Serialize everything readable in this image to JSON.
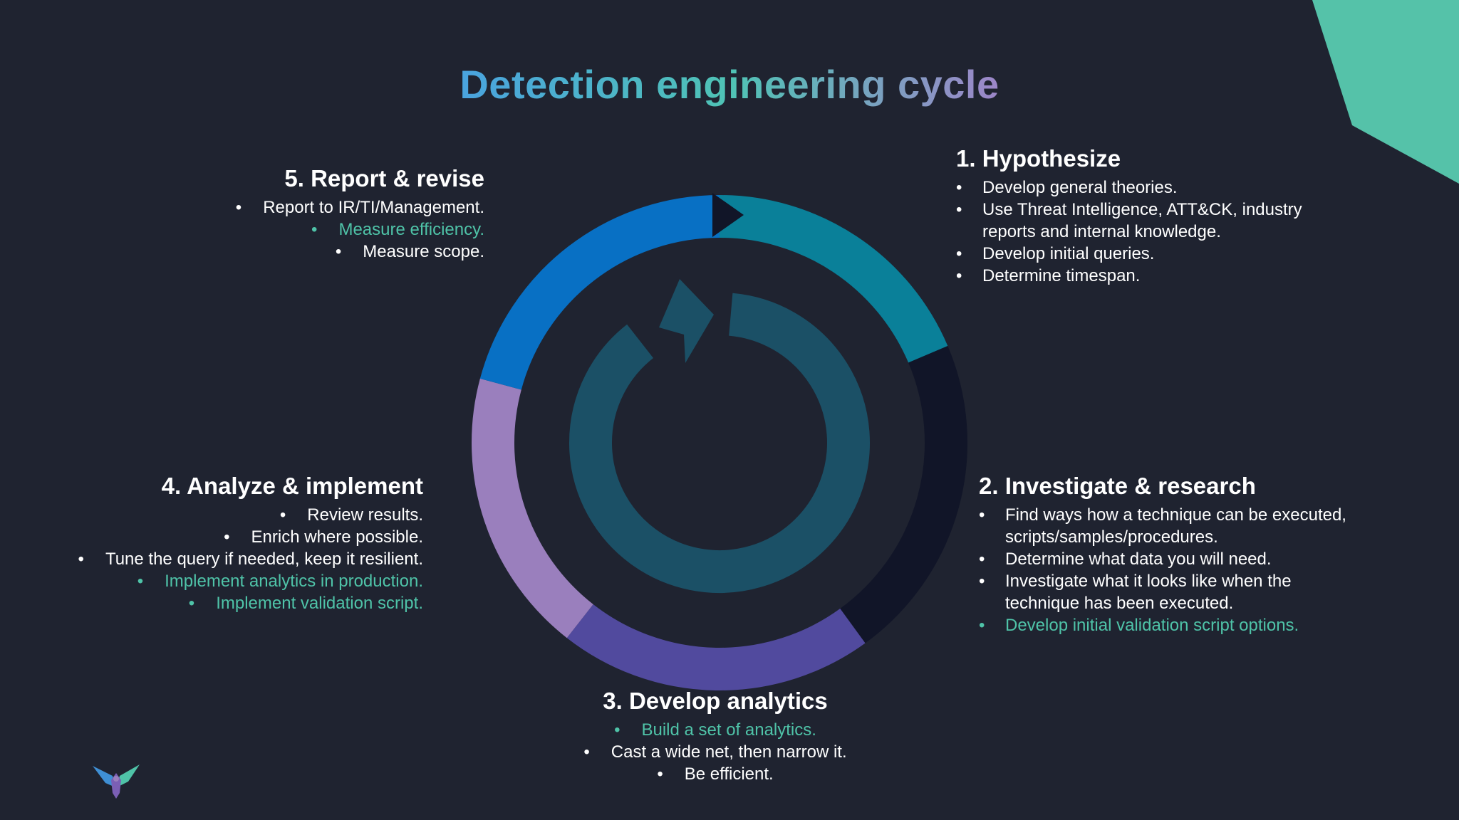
{
  "title": "Detection engineering cycle",
  "colors": {
    "background": "#1f2330",
    "corner_accent": "#55c2a9",
    "highlight_text": "#4fc3a8",
    "ring_hypothesize": "#0a8099",
    "ring_investigate": "#111528",
    "ring_develop": "#514a9e",
    "ring_analyze": "#9a7fbd",
    "ring_report": "#0870c4",
    "inner_arrow": "#1b5066"
  },
  "steps": {
    "hypothesize": {
      "title": "1. Hypothesize",
      "items": [
        {
          "text": "Develop general theories."
        },
        {
          "text": "Use Threat Intelligence, ATT&CK, industry"
        },
        {
          "text": "reports and internal knowledge."
        },
        {
          "text": "Develop initial queries."
        },
        {
          "text": "Determine timespan."
        }
      ]
    },
    "investigate": {
      "title": "2. Investigate & research",
      "items": [
        {
          "text": "Find ways how a technique can be executed,"
        },
        {
          "text": "scripts/samples/procedures."
        },
        {
          "text": "Determine what data you will need."
        },
        {
          "text": "Investigate what it looks like when the"
        },
        {
          "text": "technique has been executed."
        },
        {
          "text": "Develop initial validation script options."
        }
      ]
    },
    "develop": {
      "title": "3. Develop analytics",
      "items": [
        {
          "text": "Build a set of analytics."
        },
        {
          "text": "Cast a wide net, then narrow it."
        },
        {
          "text": "Be efficient."
        }
      ]
    },
    "analyze": {
      "title": "4. Analyze & implement",
      "items": [
        {
          "text": "Review results."
        },
        {
          "text": "Enrich where possible."
        },
        {
          "text": "Tune the query if needed, keep it resilient."
        },
        {
          "text": "Implement analytics in production."
        },
        {
          "text": "Implement validation script."
        }
      ]
    },
    "report": {
      "title": "5. Report & revise",
      "items": [
        {
          "text": "Report to IR/TI/Management."
        },
        {
          "text": "Measure efficiency."
        },
        {
          "text": "Measure scope."
        }
      ]
    }
  }
}
